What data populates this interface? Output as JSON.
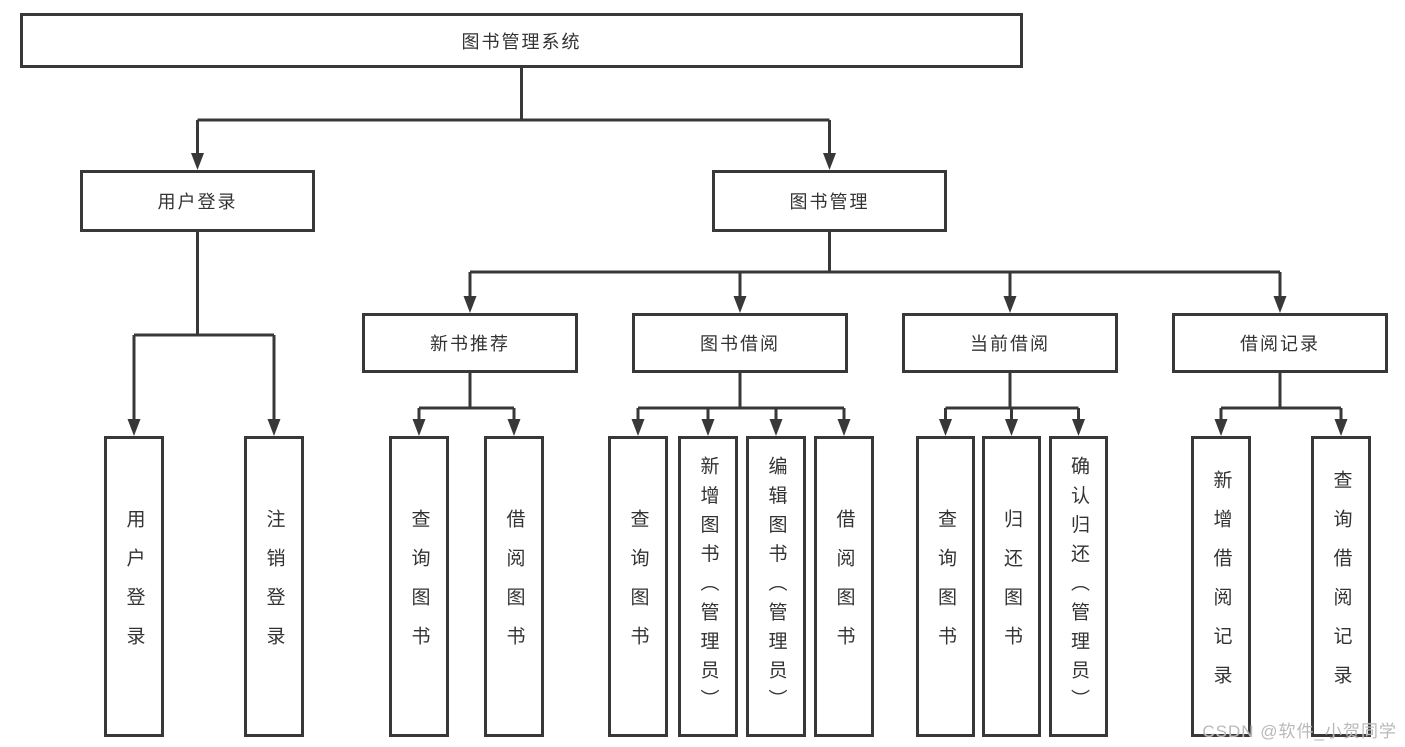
{
  "diagram": {
    "root": {
      "label": "图书管理系统"
    },
    "branches": [
      {
        "label": "用户登录",
        "children": [
          "用户登录",
          "注销登录"
        ]
      },
      {
        "label": "图书管理",
        "groups": [
          {
            "label": "新书推荐",
            "children": [
              "查询图书",
              "借阅图书"
            ]
          },
          {
            "label": "图书借阅",
            "children": [
              "查询图书",
              "新增图书（管理员）",
              "编辑图书（管理员）",
              "借阅图书"
            ]
          },
          {
            "label": "当前借阅",
            "children": [
              "查询图书",
              "归还图书",
              "确认归还（管理员）"
            ]
          },
          {
            "label": "借阅记录",
            "children": [
              "新增借阅记录",
              "查询借阅记录"
            ]
          }
        ]
      }
    ]
  },
  "watermark": "CSDN @软件_小贺同学",
  "colors": {
    "line": "#383838",
    "text": "#333333",
    "watermark": "#b9b9b9"
  }
}
